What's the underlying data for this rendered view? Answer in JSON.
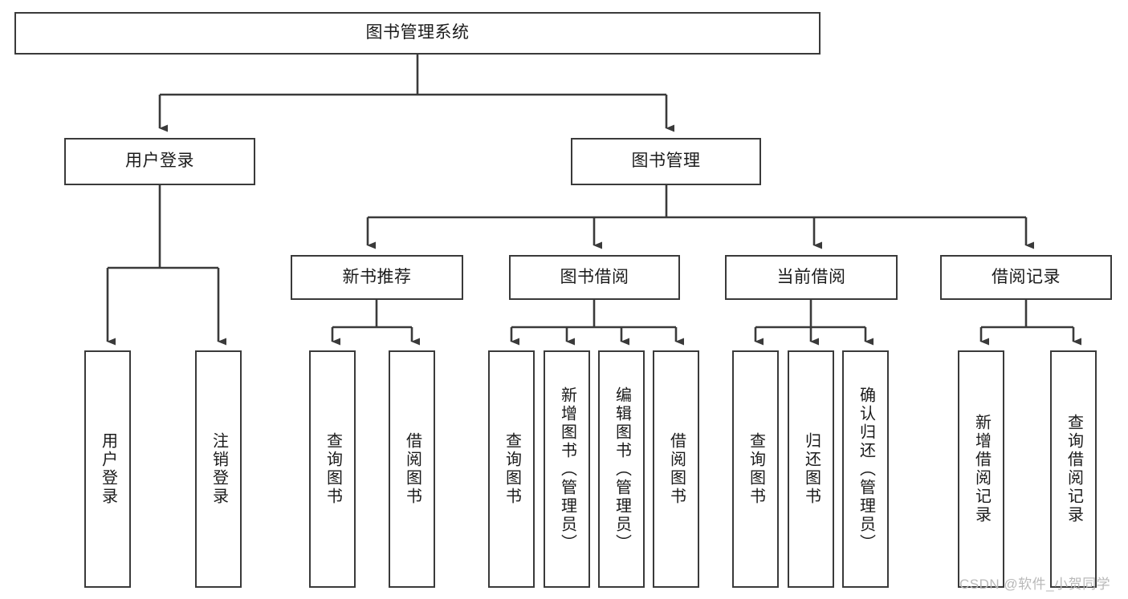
{
  "diagram": {
    "title": "图书管理系统",
    "type": "tree-hierarchy",
    "orientation": "top-down",
    "colors": {
      "node_border": "#3a3a3a",
      "node_fill": "#ffffff",
      "edge": "#3a3a3a",
      "text": "#1b1b1b",
      "watermark": "#b9b9b9",
      "background": "#ffffff"
    }
  },
  "root": {
    "label": "图书管理系统"
  },
  "level2": [
    {
      "label": "用户登录"
    },
    {
      "label": "图书管理"
    }
  ],
  "level3": [
    {
      "label": "新书推荐"
    },
    {
      "label": "图书借阅"
    },
    {
      "label": "当前借阅"
    },
    {
      "label": "借阅记录"
    }
  ],
  "leaves": {
    "user_login": [
      {
        "label": "用户登录"
      },
      {
        "label": "注销登录"
      }
    ],
    "new_book_recommend": [
      {
        "label": "查询图书"
      },
      {
        "label": "借阅图书"
      }
    ],
    "book_borrow": [
      {
        "label": "查询图书"
      },
      {
        "label": "新增图书（管理员）"
      },
      {
        "label": "编辑图书（管理员）"
      },
      {
        "label": "借阅图书"
      }
    ],
    "current_borrow": [
      {
        "label": "查询图书"
      },
      {
        "label": "归还图书"
      },
      {
        "label": "确认归还（管理员）"
      }
    ],
    "borrow_record": [
      {
        "label": "新增借阅记录"
      },
      {
        "label": "查询借阅记录"
      }
    ]
  },
  "watermark": {
    "text": "CSDN @软件_小贺同学"
  }
}
